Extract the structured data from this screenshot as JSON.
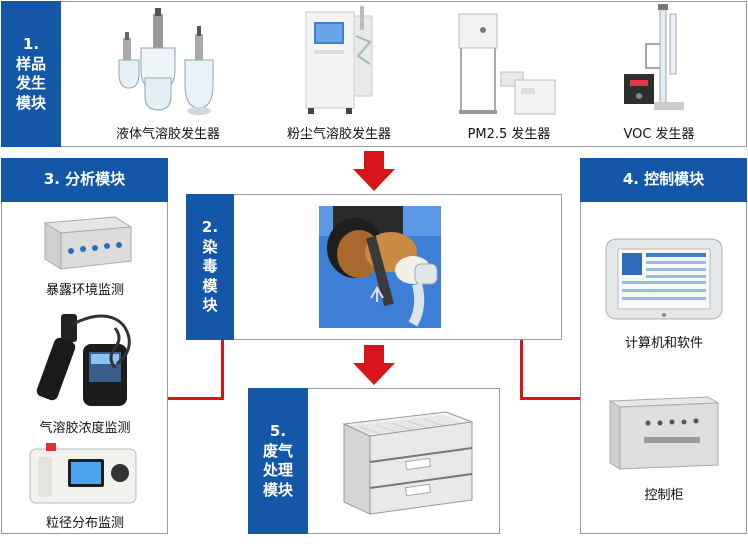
{
  "sample_module": {
    "tag": "1.\n样品\n发生\n模块",
    "items": [
      {
        "label": "液体气溶胶发生器",
        "icon": "liquid-aerosol-generator-icon"
      },
      {
        "label": "粉尘气溶胶发生器",
        "icon": "dust-aerosol-generator-icon"
      },
      {
        "label": "PM2.5 发生器",
        "icon": "pm25-generator-icon"
      },
      {
        "label": "VOC 发生器",
        "icon": "voc-generator-icon"
      }
    ]
  },
  "exposure_module": {
    "tag": "2.\n染\n毒\n模\n块",
    "icon": "dog-exposure-photo"
  },
  "analysis_module": {
    "tag": "3. 分析模块",
    "items": [
      {
        "label": "暴露环境监测",
        "icon": "exposure-monitor-box-icon"
      },
      {
        "label": "气溶胶浓度监测",
        "icon": "aerosol-concentration-meter-icon"
      },
      {
        "label": "粒径分布监测",
        "icon": "particle-size-monitor-icon"
      }
    ]
  },
  "control_module": {
    "tag": "4. 控制模块",
    "items": [
      {
        "label": "计算机和软件",
        "icon": "computer-software-icon"
      },
      {
        "label": "控制柜",
        "icon": "control-cabinet-icon"
      }
    ]
  },
  "exhaust_module": {
    "tag": "5.\n废气\n处理\n模块",
    "icon": "exhaust-filter-stack-icon"
  },
  "colors": {
    "module_blue": "#1457a8",
    "arrow_red": "#d8141c",
    "border_gray": "#9a9a9a"
  }
}
